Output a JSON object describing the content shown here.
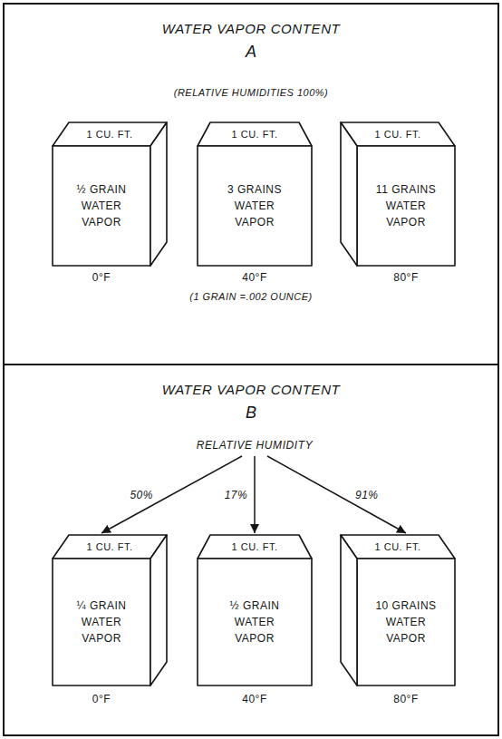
{
  "diagram": {
    "nodes": [
      {
        "text": [
          "WATER VAPOR CONTENT",
          "A"
        ]
      },
      {
        "text": [
          "1 CU. FT.",
          "½ GRAIN WATER VAPOR"
        ],
        "in": 0
      },
      {
        "text": [
          "1 CU. FT.",
          "3 GRAINS WATER VAPOR"
        ],
        "in": 0
      },
      {
        "text": [
          "1 CU. FT.",
          "11 GRAINS WATER VAPOR"
        ],
        "in": 0
      },
      {
        "text": [
          "WATER VAPOR CONTENT",
          "B"
        ]
      },
      {
        "text": [
          "RELATIVE HUMIDITY"
        ],
        "in": 4
      },
      {
        "text": [
          "1 CU. FT.",
          "¼ GRAIN WATER VAPOR"
        ],
        "in": 4
      },
      {
        "text": [
          "1 CU. FT.",
          "½ GRAIN WATER VAPOR"
        ],
        "in": 4
      },
      {
        "text": [
          "1 CU. FT.",
          "10 GRAINS WATER VAPOR"
        ],
        "in": 4
      }
    ],
    "edges": [
      {
        "from": 5,
        "to": 6,
        "arrow": "to",
        "label": "50%"
      },
      {
        "from": 5,
        "to": 7,
        "arrow": "to",
        "label": "17%"
      },
      {
        "from": 5,
        "to": 8,
        "arrow": "to",
        "label": "91%"
      }
    ],
    "labels": [
      "(RELATIVE HUMIDITIES 100%)",
      "0°F",
      "40°F",
      "80°F",
      "(1 GRAIN =.002 OUNCE)",
      "0°F",
      "40°F",
      "80°F"
    ]
  }
}
